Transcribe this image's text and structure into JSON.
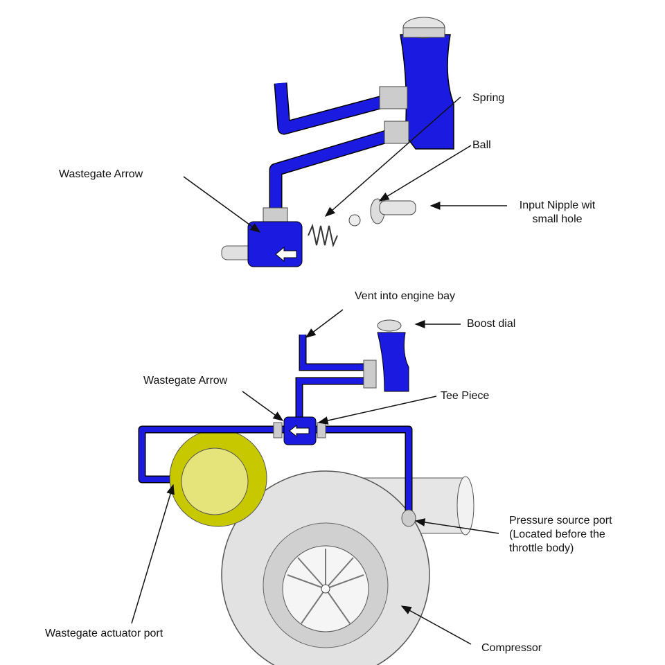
{
  "top_diagram": {
    "labels": {
      "spring": "Spring",
      "ball": "Ball",
      "wastegate_arrow": "Wastegate Arrow",
      "input_nipple_line1": "Input Nipple wit",
      "input_nipple_line2": "small hole"
    }
  },
  "bottom_diagram": {
    "labels": {
      "vent": "Vent into engine bay",
      "boost_dial": "Boost dial",
      "wastegate_arrow": "Wastegate Arrow",
      "tee_piece": "Tee Piece",
      "pressure_line1": "Pressure source port",
      "pressure_line2": "(Located before the",
      "pressure_line3": "throttle body)",
      "actuator_port": "Wastegate actuator port",
      "compressor": "Compressor"
    }
  },
  "colors": {
    "hose": "#1a1ae0",
    "turbine": "#c8c800",
    "housing": "#d8d8d8"
  }
}
